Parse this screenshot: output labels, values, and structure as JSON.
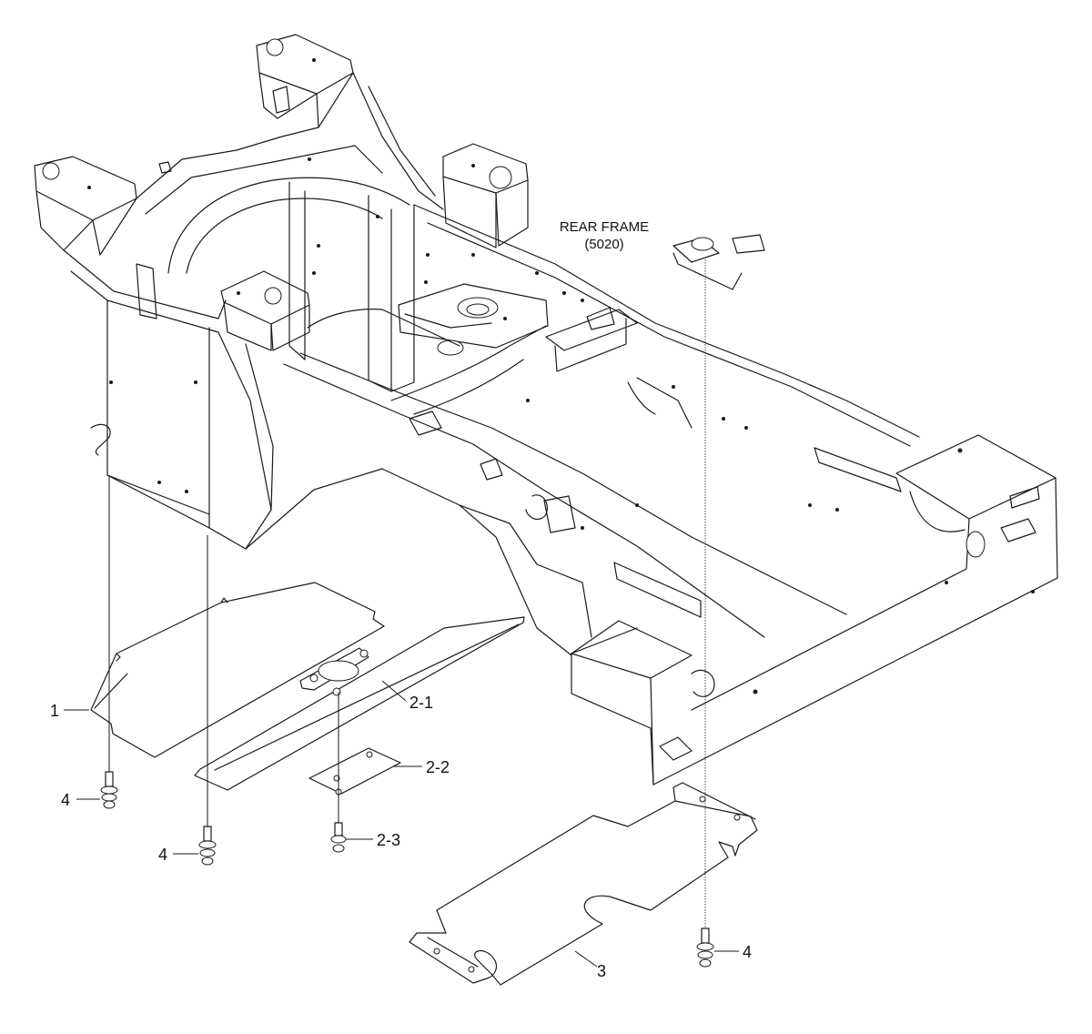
{
  "frame_label": {
    "line1": "REAR FRAME",
    "line2": "(5020)"
  },
  "callouts": {
    "c1": "1",
    "c2_1": "2-1",
    "c2_2": "2-2",
    "c2_3": "2-3",
    "c3": "3",
    "c4_a": "4",
    "c4_b": "4",
    "c4_c": "4"
  }
}
